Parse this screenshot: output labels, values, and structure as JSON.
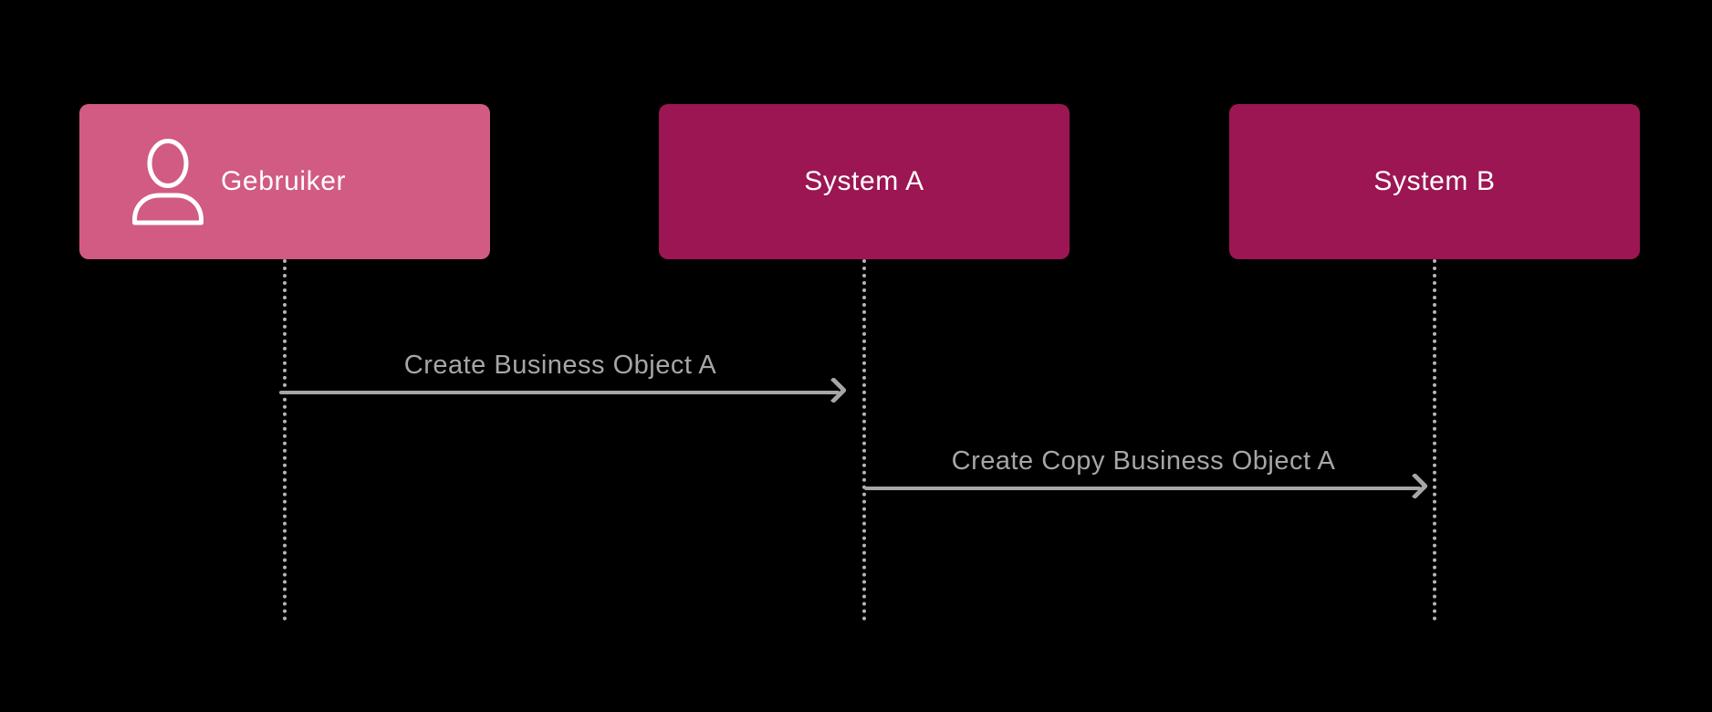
{
  "diagram": {
    "kind": "sequence-diagram",
    "actors": [
      {
        "id": "gebruiker",
        "label": "Gebruiker",
        "icon": "person-icon",
        "fill": "#d15b82"
      },
      {
        "id": "system-a",
        "label": "System A",
        "fill": "#9b1653"
      },
      {
        "id": "system-b",
        "label": "System B",
        "fill": "#9b1653"
      }
    ],
    "messages": [
      {
        "from": "gebruiker",
        "to": "system-a",
        "label": "Create Business Object A"
      },
      {
        "from": "system-a",
        "to": "system-b",
        "label": "Create Copy Business Object A"
      }
    ]
  },
  "colors": {
    "background": "#000000",
    "actor-user-fill": "#d15b82",
    "actor-system-fill": "#9b1653",
    "actor-text": "#ffffff",
    "message-text": "#a6a6a6",
    "arrow": "#a6a6a6",
    "lifeline": "#b5b5b5"
  }
}
